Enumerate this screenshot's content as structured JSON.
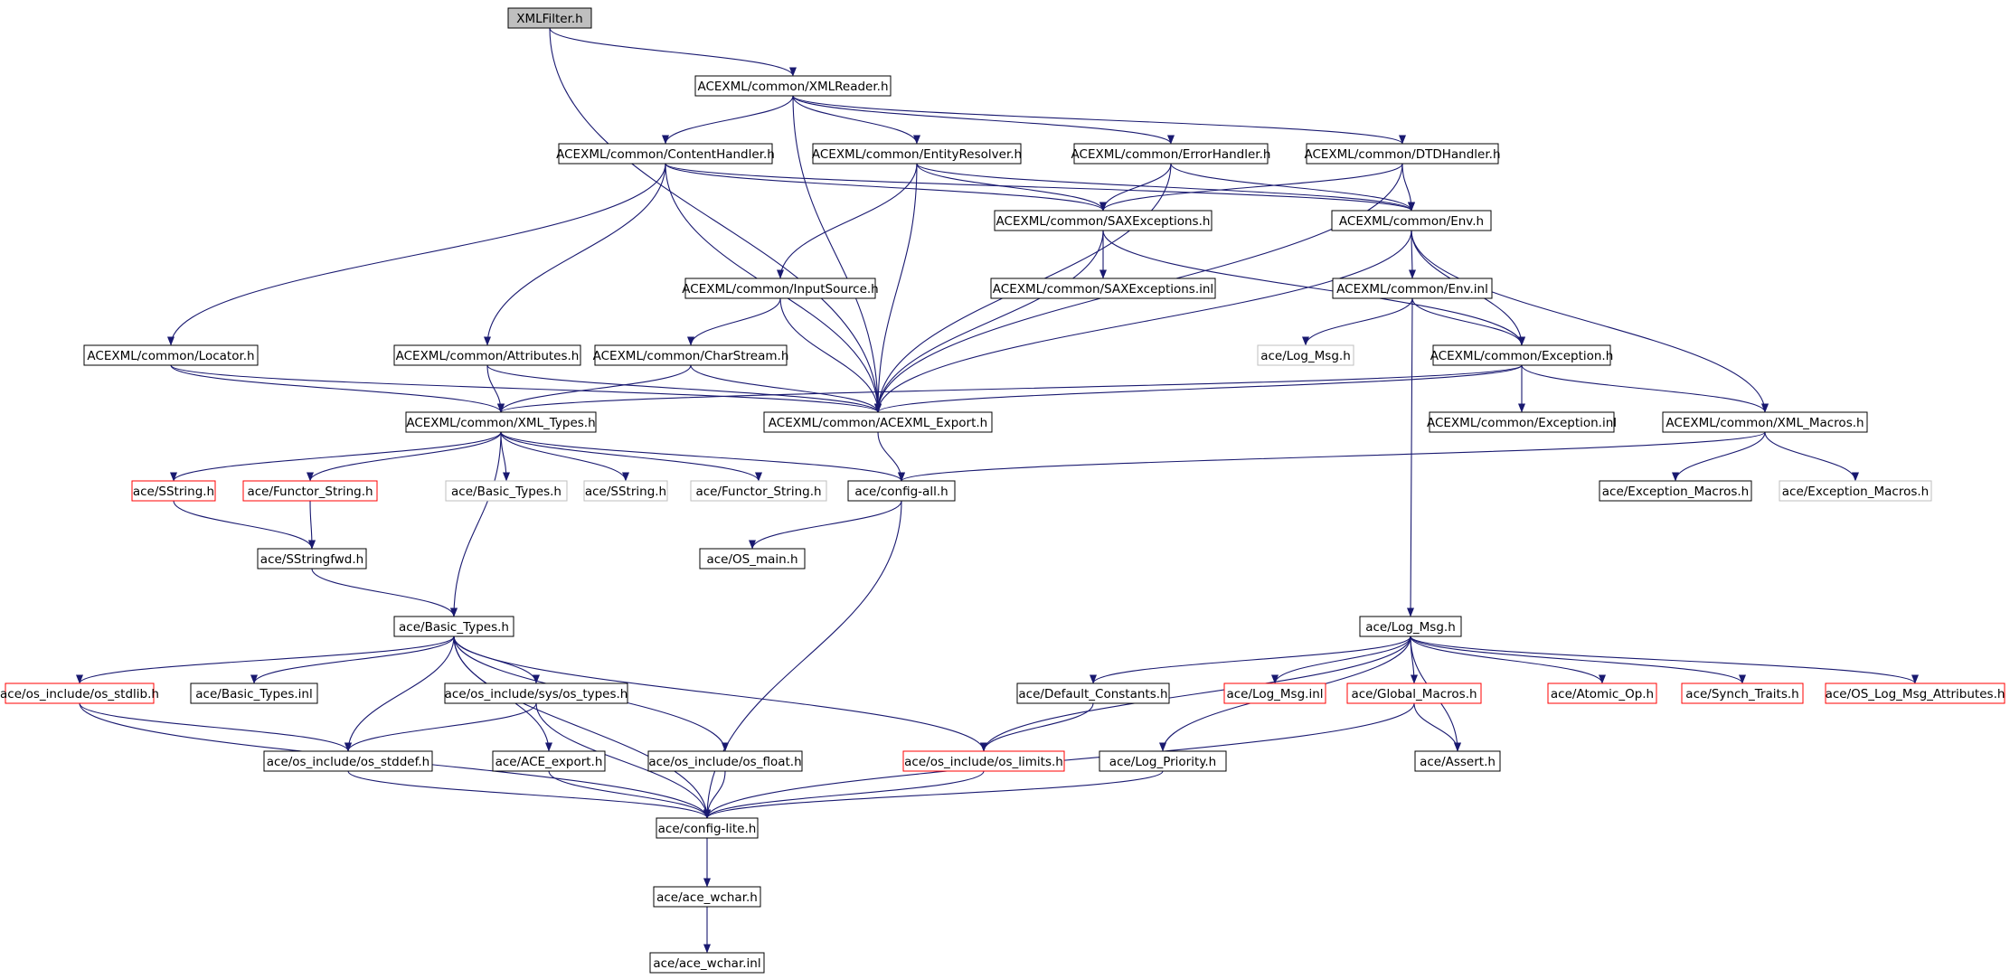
{
  "colors": {
    "edge": "#191970",
    "border_default": "#000000",
    "border_truncated": "#ff0000",
    "border_external": "#bfbfbf",
    "root_fill": "#bfbfbf",
    "node_fill": "#ffffff"
  },
  "nodes": [
    {
      "id": "xmlfilter",
      "label": "XMLFilter.h",
      "style": "root"
    },
    {
      "id": "xmlreader",
      "label": "ACEXML/common/XMLReader.h",
      "style": "default"
    },
    {
      "id": "contenthandler",
      "label": "ACEXML/common/ContentHandler.h",
      "style": "default"
    },
    {
      "id": "entityresolver",
      "label": "ACEXML/common/EntityResolver.h",
      "style": "default"
    },
    {
      "id": "errorhandler",
      "label": "ACEXML/common/ErrorHandler.h",
      "style": "default"
    },
    {
      "id": "dtdhandler",
      "label": "ACEXML/common/DTDHandler.h",
      "style": "default"
    },
    {
      "id": "saxexceptions",
      "label": "ACEXML/common/SAXExceptions.h",
      "style": "default"
    },
    {
      "id": "env",
      "label": "ACEXML/common/Env.h",
      "style": "default"
    },
    {
      "id": "inputsource",
      "label": "ACEXML/common/InputSource.h",
      "style": "default"
    },
    {
      "id": "saxexceptions_inl",
      "label": "ACEXML/common/SAXExceptions.inl",
      "style": "default"
    },
    {
      "id": "env_inl",
      "label": "ACEXML/common/Env.inl",
      "style": "default"
    },
    {
      "id": "locator",
      "label": "ACEXML/common/Locator.h",
      "style": "default"
    },
    {
      "id": "attributes",
      "label": "ACEXML/common/Attributes.h",
      "style": "default"
    },
    {
      "id": "charstream",
      "label": "ACEXML/common/CharStream.h",
      "style": "default"
    },
    {
      "id": "log_msg_gray",
      "label": "ace/Log_Msg.h",
      "style": "external"
    },
    {
      "id": "exception",
      "label": "ACEXML/common/Exception.h",
      "style": "default"
    },
    {
      "id": "xml_types",
      "label": "ACEXML/common/XML_Types.h",
      "style": "default"
    },
    {
      "id": "acexml_export",
      "label": "ACEXML/common/ACEXML_Export.h",
      "style": "default"
    },
    {
      "id": "exception_inl",
      "label": "ACEXML/common/Exception.inl",
      "style": "default"
    },
    {
      "id": "xml_macros",
      "label": "ACEXML/common/XML_Macros.h",
      "style": "default"
    },
    {
      "id": "sstring_red",
      "label": "ace/SString.h",
      "style": "truncated"
    },
    {
      "id": "functor_string_red",
      "label": "ace/Functor_String.h",
      "style": "truncated"
    },
    {
      "id": "basic_types_gray",
      "label": "ace/Basic_Types.h",
      "style": "external"
    },
    {
      "id": "sstring_gray",
      "label": "ace/SString.h",
      "style": "external"
    },
    {
      "id": "functor_string_gray",
      "label": "ace/Functor_String.h",
      "style": "external"
    },
    {
      "id": "config_all",
      "label": "ace/config-all.h",
      "style": "default"
    },
    {
      "id": "exception_macros",
      "label": "ace/Exception_Macros.h",
      "style": "default"
    },
    {
      "id": "exception_macros_gray",
      "label": "ace/Exception_Macros.h",
      "style": "external"
    },
    {
      "id": "sstringfwd",
      "label": "ace/SStringfwd.h",
      "style": "default"
    },
    {
      "id": "os_main",
      "label": "ace/OS_main.h",
      "style": "default"
    },
    {
      "id": "basic_types",
      "label": "ace/Basic_Types.h",
      "style": "default"
    },
    {
      "id": "log_msg",
      "label": "ace/Log_Msg.h",
      "style": "default"
    },
    {
      "id": "os_stdlib",
      "label": "ace/os_include/os_stdlib.h",
      "style": "truncated"
    },
    {
      "id": "basic_types_inl",
      "label": "ace/Basic_Types.inl",
      "style": "default"
    },
    {
      "id": "sys_types",
      "label": "ace/os_include/sys/os_types.h",
      "style": "default"
    },
    {
      "id": "default_constants",
      "label": "ace/Default_Constants.h",
      "style": "default"
    },
    {
      "id": "log_msg_inl",
      "label": "ace/Log_Msg.inl",
      "style": "truncated"
    },
    {
      "id": "global_macros",
      "label": "ace/Global_Macros.h",
      "style": "truncated"
    },
    {
      "id": "atomic_op",
      "label": "ace/Atomic_Op.h",
      "style": "truncated"
    },
    {
      "id": "synch_traits",
      "label": "ace/Synch_Traits.h",
      "style": "truncated"
    },
    {
      "id": "os_log_msg_attr",
      "label": "ace/OS_Log_Msg_Attributes.h",
      "style": "truncated"
    },
    {
      "id": "os_stddef",
      "label": "ace/os_include/os_stddef.h",
      "style": "default"
    },
    {
      "id": "ace_export",
      "label": "ace/ACE_export.h",
      "style": "default"
    },
    {
      "id": "os_float",
      "label": "ace/os_include/os_float.h",
      "style": "default"
    },
    {
      "id": "os_limits",
      "label": "ace/os_include/os_limits.h",
      "style": "truncated"
    },
    {
      "id": "log_priority",
      "label": "ace/Log_Priority.h",
      "style": "default"
    },
    {
      "id": "assert",
      "label": "ace/Assert.h",
      "style": "default"
    },
    {
      "id": "config_lite",
      "label": "ace/config-lite.h",
      "style": "default"
    },
    {
      "id": "ace_wchar",
      "label": "ace/ace_wchar.h",
      "style": "default"
    },
    {
      "id": "ace_wchar_inl",
      "label": "ace/ace_wchar.inl",
      "style": "default"
    }
  ],
  "edges": [
    [
      "xmlfilter",
      "xmlreader"
    ],
    [
      "xmlfilter",
      "acexml_export"
    ],
    [
      "xmlreader",
      "contenthandler"
    ],
    [
      "xmlreader",
      "entityresolver"
    ],
    [
      "xmlreader",
      "errorhandler"
    ],
    [
      "xmlreader",
      "dtdhandler"
    ],
    [
      "xmlreader",
      "acexml_export"
    ],
    [
      "contenthandler",
      "locator"
    ],
    [
      "contenthandler",
      "attributes"
    ],
    [
      "contenthandler",
      "saxexceptions"
    ],
    [
      "contenthandler",
      "env"
    ],
    [
      "contenthandler",
      "acexml_export"
    ],
    [
      "entityresolver",
      "inputsource"
    ],
    [
      "entityresolver",
      "saxexceptions"
    ],
    [
      "entityresolver",
      "env"
    ],
    [
      "entityresolver",
      "acexml_export"
    ],
    [
      "errorhandler",
      "saxexceptions"
    ],
    [
      "errorhandler",
      "env"
    ],
    [
      "errorhandler",
      "acexml_export"
    ],
    [
      "dtdhandler",
      "saxexceptions"
    ],
    [
      "dtdhandler",
      "env"
    ],
    [
      "dtdhandler",
      "acexml_export"
    ],
    [
      "saxexceptions",
      "saxexceptions_inl"
    ],
    [
      "saxexceptions",
      "exception"
    ],
    [
      "saxexceptions",
      "acexml_export"
    ],
    [
      "env",
      "env_inl"
    ],
    [
      "env",
      "exception"
    ],
    [
      "env",
      "xml_macros"
    ],
    [
      "env",
      "acexml_export"
    ],
    [
      "env_inl",
      "log_msg_gray"
    ],
    [
      "env_inl",
      "exception"
    ],
    [
      "env_inl",
      "log_msg"
    ],
    [
      "inputsource",
      "charstream"
    ],
    [
      "inputsource",
      "acexml_export"
    ],
    [
      "locator",
      "xml_types"
    ],
    [
      "locator",
      "acexml_export"
    ],
    [
      "attributes",
      "xml_types"
    ],
    [
      "attributes",
      "acexml_export"
    ],
    [
      "charstream",
      "xml_types"
    ],
    [
      "charstream",
      "acexml_export"
    ],
    [
      "exception",
      "xml_types"
    ],
    [
      "exception",
      "acexml_export"
    ],
    [
      "exception",
      "exception_inl"
    ],
    [
      "exception",
      "xml_macros"
    ],
    [
      "xml_types",
      "sstring_red"
    ],
    [
      "xml_types",
      "functor_string_red"
    ],
    [
      "xml_types",
      "basic_types_gray"
    ],
    [
      "xml_types",
      "sstring_gray"
    ],
    [
      "xml_types",
      "functor_string_gray"
    ],
    [
      "xml_types",
      "config_all"
    ],
    [
      "xml_types",
      "basic_types"
    ],
    [
      "acexml_export",
      "config_all"
    ],
    [
      "xml_macros",
      "config_all"
    ],
    [
      "xml_macros",
      "exception_macros"
    ],
    [
      "xml_macros",
      "exception_macros_gray"
    ],
    [
      "sstring_red",
      "sstringfwd"
    ],
    [
      "functor_string_red",
      "sstringfwd"
    ],
    [
      "sstringfwd",
      "basic_types"
    ],
    [
      "config_all",
      "os_main"
    ],
    [
      "config_all",
      "config_lite"
    ],
    [
      "basic_types",
      "os_stdlib"
    ],
    [
      "basic_types",
      "basic_types_inl"
    ],
    [
      "basic_types",
      "sys_types"
    ],
    [
      "basic_types",
      "os_stddef"
    ],
    [
      "basic_types",
      "ace_export"
    ],
    [
      "basic_types",
      "os_float"
    ],
    [
      "basic_types",
      "os_limits"
    ],
    [
      "basic_types",
      "config_lite"
    ],
    [
      "log_msg",
      "default_constants"
    ],
    [
      "log_msg",
      "log_msg_inl"
    ],
    [
      "log_msg",
      "global_macros"
    ],
    [
      "log_msg",
      "atomic_op"
    ],
    [
      "log_msg",
      "synch_traits"
    ],
    [
      "log_msg",
      "os_log_msg_attr"
    ],
    [
      "log_msg",
      "os_limits"
    ],
    [
      "log_msg",
      "log_priority"
    ],
    [
      "log_msg",
      "assert"
    ],
    [
      "os_stdlib",
      "os_stddef"
    ],
    [
      "os_stdlib",
      "config_lite"
    ],
    [
      "sys_types",
      "os_stddef"
    ],
    [
      "sys_types",
      "config_lite"
    ],
    [
      "default_constants",
      "os_limits"
    ],
    [
      "global_macros",
      "assert"
    ],
    [
      "global_macros",
      "config_lite"
    ],
    [
      "os_stddef",
      "config_lite"
    ],
    [
      "ace_export",
      "config_lite"
    ],
    [
      "os_float",
      "config_lite"
    ],
    [
      "os_limits",
      "config_lite"
    ],
    [
      "log_priority",
      "config_lite"
    ],
    [
      "config_lite",
      "ace_wchar"
    ],
    [
      "ace_wchar",
      "ace_wchar_inl"
    ]
  ]
}
